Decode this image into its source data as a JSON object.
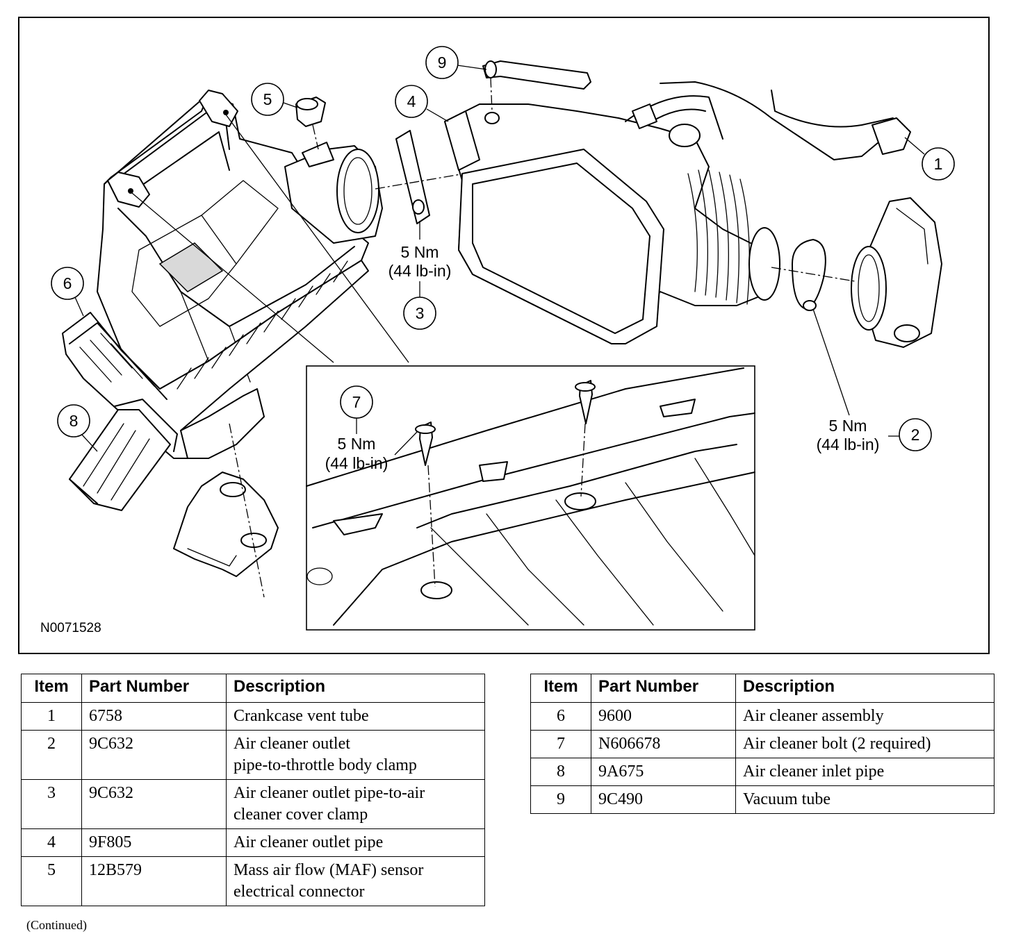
{
  "figure": {
    "id": "N0071528",
    "callouts": [
      {
        "num": "1"
      },
      {
        "num": "2"
      },
      {
        "num": "3"
      },
      {
        "num": "4"
      },
      {
        "num": "5"
      },
      {
        "num": "6"
      },
      {
        "num": "7"
      },
      {
        "num": "8"
      },
      {
        "num": "9"
      }
    ],
    "torque_specs": [
      {
        "nm": "5 Nm",
        "lbin": "(44 lb-in)"
      },
      {
        "nm": "5 Nm",
        "lbin": "(44 lb-in)"
      },
      {
        "nm": "5 Nm",
        "lbin": "(44 lb-in)"
      }
    ]
  },
  "tables": {
    "headers": {
      "item": "Item",
      "part": "Part Number",
      "desc": "Description"
    },
    "left_rows": [
      {
        "item": "1",
        "part": "6758",
        "desc": [
          "Crankcase vent tube"
        ]
      },
      {
        "item": "2",
        "part": "9C632",
        "desc": [
          "Air cleaner outlet",
          "pipe-to-throttle body clamp"
        ]
      },
      {
        "item": "3",
        "part": "9C632",
        "desc": [
          "Air cleaner outlet pipe-to-air",
          "cleaner cover clamp"
        ]
      },
      {
        "item": "4",
        "part": "9F805",
        "desc": [
          "Air cleaner outlet pipe"
        ]
      },
      {
        "item": "5",
        "part": "12B579",
        "desc": [
          "Mass air flow (MAF) sensor",
          "electrical connector"
        ]
      }
    ],
    "right_rows": [
      {
        "item": "6",
        "part": "9600",
        "desc": [
          "Air cleaner assembly"
        ]
      },
      {
        "item": "7",
        "part": "N606678",
        "desc": [
          "Air cleaner bolt (2 required)"
        ]
      },
      {
        "item": "8",
        "part": "9A675",
        "desc": [
          "Air cleaner inlet pipe"
        ]
      },
      {
        "item": "9",
        "part": "9C490",
        "desc": [
          "Vacuum tube"
        ]
      }
    ]
  },
  "footer": {
    "continued": "(Continued)"
  }
}
